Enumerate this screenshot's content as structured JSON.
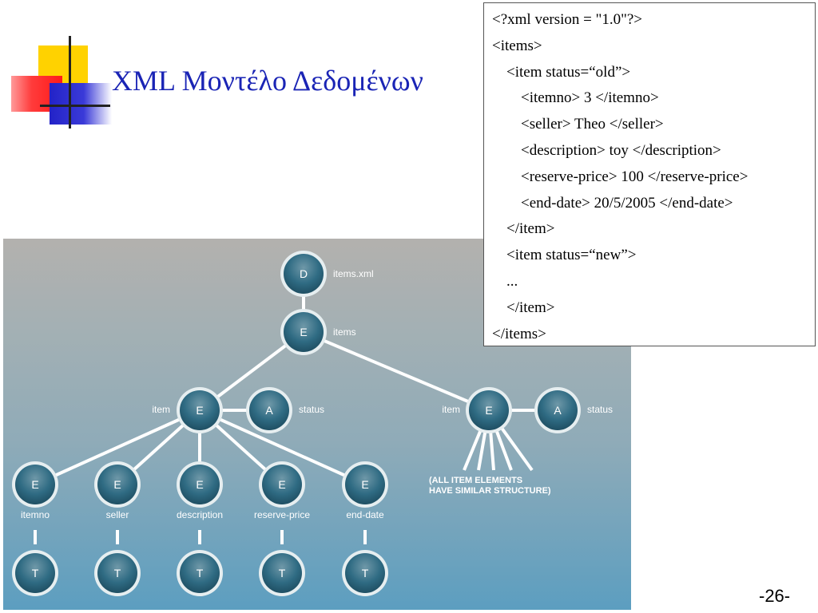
{
  "slide": {
    "title": "XML Μοντέλο Δεδομένων",
    "page_number": "-26-"
  },
  "xml_listing": {
    "lines": [
      {
        "text": "<?xml version = \"1.0\"?>",
        "indent": 0
      },
      {
        "text": "<items>",
        "indent": 0
      },
      {
        "text": "<item status=“old”>",
        "indent": 1
      },
      {
        "text": "<itemno> 3 </itemno>",
        "indent": 2
      },
      {
        "text": "<seller> Theo </seller>",
        "indent": 2
      },
      {
        "text": "<description> toy </description>",
        "indent": 2
      },
      {
        "text": "<reserve-price> 100 </reserve-price>",
        "indent": 2
      },
      {
        "text": "<end-date> 20/5/2005 </end-date>",
        "indent": 2
      },
      {
        "text": "</item>",
        "indent": 1
      },
      {
        "text": "<item status=“new”>",
        "indent": 1
      },
      {
        "text": "...",
        "indent": 1
      },
      {
        "text": "</item>",
        "indent": 1
      },
      {
        "text": "</items>",
        "indent": 0
      }
    ]
  },
  "tree": {
    "nodes": [
      {
        "id": "doc",
        "kind": "D",
        "label": "items.xml"
      },
      {
        "id": "items",
        "kind": "E",
        "label": "items"
      },
      {
        "id": "item1",
        "kind": "E",
        "label": "item"
      },
      {
        "id": "status1",
        "kind": "A",
        "label": "status"
      },
      {
        "id": "item2",
        "kind": "E",
        "label": "item"
      },
      {
        "id": "status2",
        "kind": "A",
        "label": "status"
      },
      {
        "id": "itemno",
        "kind": "E",
        "label": "itemno"
      },
      {
        "id": "seller",
        "kind": "E",
        "label": "seller"
      },
      {
        "id": "description",
        "kind": "E",
        "label": "description"
      },
      {
        "id": "reserve_price",
        "kind": "E",
        "label": "reserve-price"
      },
      {
        "id": "end_date",
        "kind": "E",
        "label": "end-date"
      },
      {
        "id": "t1",
        "kind": "T",
        "label": ""
      },
      {
        "id": "t2",
        "kind": "T",
        "label": ""
      },
      {
        "id": "t3",
        "kind": "T",
        "label": ""
      },
      {
        "id": "t4",
        "kind": "T",
        "label": ""
      },
      {
        "id": "t5",
        "kind": "T",
        "label": ""
      }
    ],
    "note_lines": [
      "(ALL ITEM ELEMENTS",
      "HAVE SIMILAR STRUCTURE)"
    ],
    "colors": {
      "node_fill": "#2b6a82",
      "node_ring": "#e6eef0",
      "edge": "#ffffff",
      "title": "#1a24b5"
    }
  }
}
